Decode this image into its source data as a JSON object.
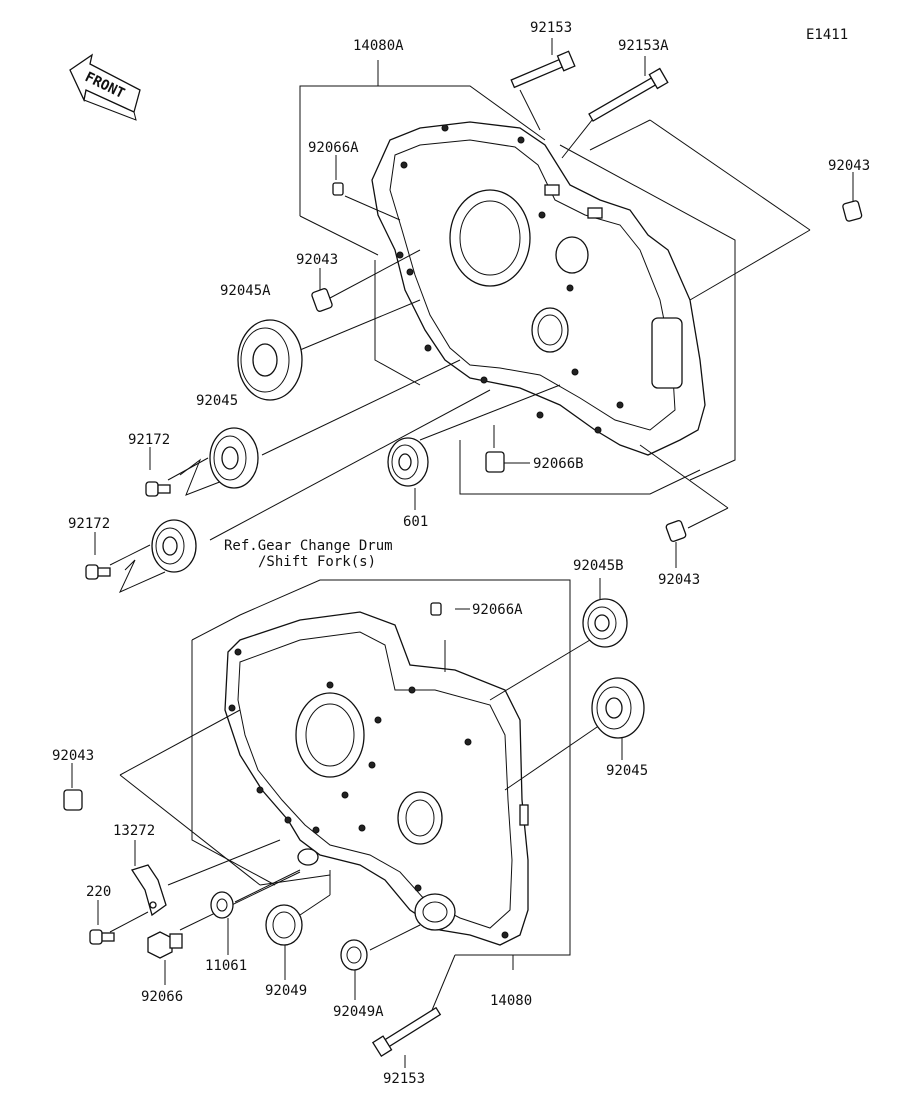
{
  "diagram_id": "E1411",
  "front_label": "FRONT",
  "reference_note": {
    "line1": "Ref.Gear Change Drum",
    "line2": "/Shift Fork(s)"
  },
  "part_labels": {
    "p92153_top": "92153",
    "p92153A": "92153A",
    "p14080A": "14080A",
    "p92066A_top": "92066A",
    "p92043_right_top": "92043",
    "p92043_left": "92043",
    "p92045A": "92045A",
    "p92045_left": "92045",
    "p92172_a": "92172",
    "p92172_b": "92172",
    "p601": "601",
    "p92066B": "92066B",
    "p92043_mid": "92043",
    "p92045B": "92045B",
    "p92066A_mid": "92066A",
    "p92043_lower_left": "92043",
    "p92045_right": "92045",
    "p13272": "13272",
    "p220": "220",
    "p92066": "92066",
    "p11061": "11061",
    "p92049": "92049",
    "p92049A": "92049A",
    "p14080": "14080",
    "p92153_bottom": "92153"
  }
}
